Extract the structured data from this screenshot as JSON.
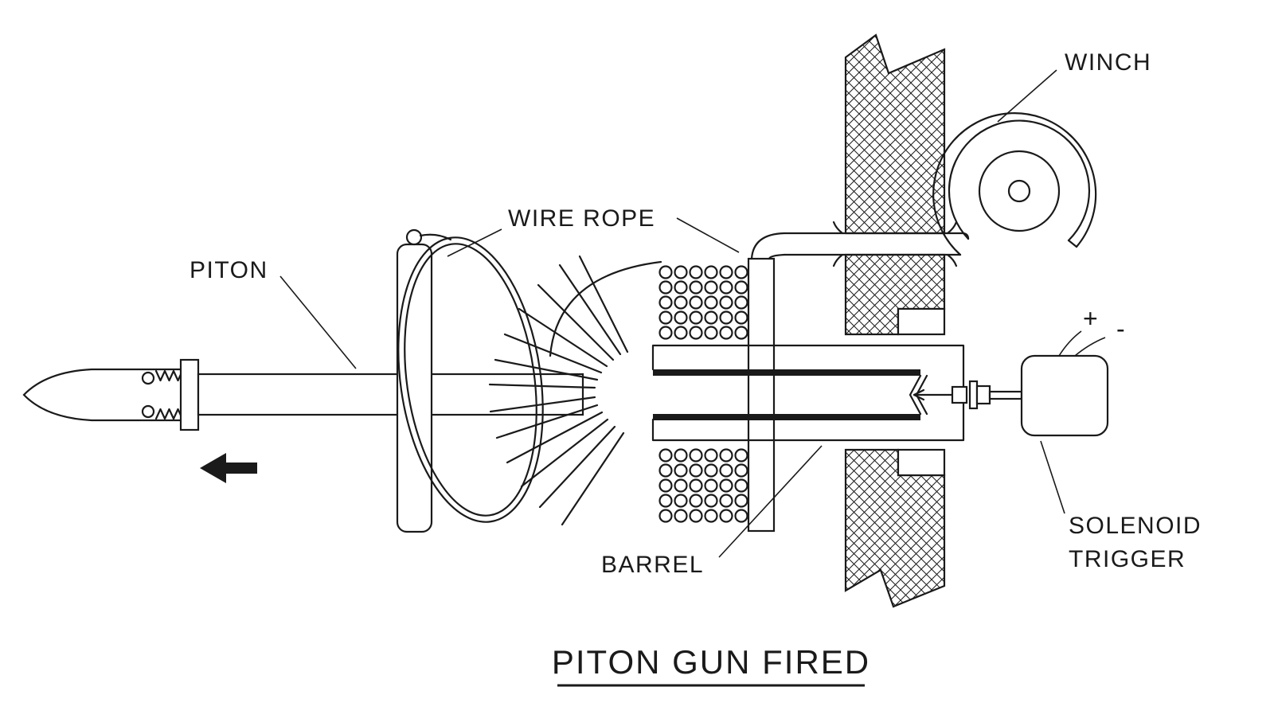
{
  "diagram": {
    "title": "PITON GUN FIRED",
    "labels": {
      "piton": "PITON",
      "wire_rope": "WIRE ROPE",
      "winch": "WINCH",
      "barrel": "BARREL",
      "solenoid_line1": "SOLENOID",
      "solenoid_line2": "TRIGGER",
      "plus": "+",
      "minus": "-"
    },
    "colors": {
      "ink": "#1a1a1a",
      "background": "#ffffff"
    }
  }
}
